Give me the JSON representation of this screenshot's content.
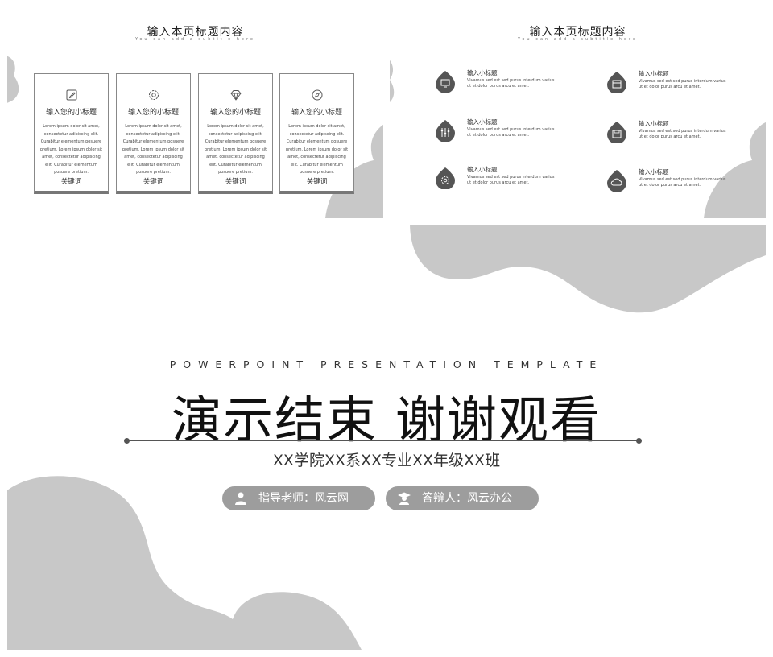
{
  "slide_a": {
    "title": "输入本页标题内容",
    "subtitle": "You can add a subtitle here",
    "cards": [
      {
        "icon": "edit-icon",
        "title": "输入您的小标题",
        "body": "Lorem ipsum dolor sit amet, consectetur adipiscing elit. Curabitur elementum posuere pretium. Lorem ipsum dolor sit amet, consectetur adipiscing elit. Curabitur elementum posuere pretium.",
        "keyword": "关键词"
      },
      {
        "icon": "gear-icon",
        "title": "输入您的小标题",
        "body": "Lorem ipsum dolor sit amet, consectetur adipiscing elit. Curabitur elementum posuere pretium. Lorem ipsum dolor sit amet, consectetur adipiscing elit. Curabitur elementum posuere pretium.",
        "keyword": "关键词"
      },
      {
        "icon": "diamond-icon",
        "title": "输入您的小标题",
        "body": "Lorem ipsum dolor sit amet, consectetur adipiscing elit. Curabitur elementum posuere pretium. Lorem ipsum dolor sit amet, consectetur adipiscing elit. Curabitur elementum posuere pretium.",
        "keyword": "关键词"
      },
      {
        "icon": "compass-icon",
        "title": "输入您的小标题",
        "body": "Lorem ipsum dolor sit amet, consectetur adipiscing elit. Curabitur elementum posuere pretium. Lorem ipsum dolor sit amet, consectetur adipiscing elit. Curabitur elementum posuere pretium.",
        "keyword": "关键词"
      }
    ]
  },
  "slide_b": {
    "title": "输入本页标题内容",
    "subtitle": "You can add a subtitle here",
    "items": [
      {
        "icon": "monitor-icon",
        "title": "输入小标题",
        "body": "Vivamus sed est sed purus interdum varius ut et dolor purus arcu et amet."
      },
      {
        "icon": "calendar-icon",
        "title": "输入小标题",
        "body": "Vivamus sed est sed purus interdum varius ut et dolor purus arcu et amet."
      },
      {
        "icon": "sliders-icon",
        "title": "输入小标题",
        "body": "Vivamus sed est sed purus interdum varius ut et dolor purus arcu et amet."
      },
      {
        "icon": "save-icon",
        "title": "输入小标题",
        "body": "Vivamus sed est sed purus interdum varius ut et dolor purus arcu et amet."
      },
      {
        "icon": "gear-icon",
        "title": "输入小标题",
        "body": "Vivamus sed est sed purus interdum varius ut et dolor purus arcu et amet."
      },
      {
        "icon": "cloud-icon",
        "title": "输入小标题",
        "body": "Vivamus sed est sed purus interdum varius ut et dolor purus arcu et amet."
      }
    ]
  },
  "slide_c": {
    "english_title": "POWERPOINT PRESENTATION TEMPLATE",
    "main_title": "演示结束 谢谢观看",
    "subline": "XX学院XX系XX专业XX年级XX班",
    "advisor": "指导老师：风云网",
    "defender": "答辩人：风云办公"
  },
  "colors": {
    "accent_gray": "#9d9d9d",
    "drop_gray": "#555555",
    "blob_gray": "#c8c8c8"
  }
}
